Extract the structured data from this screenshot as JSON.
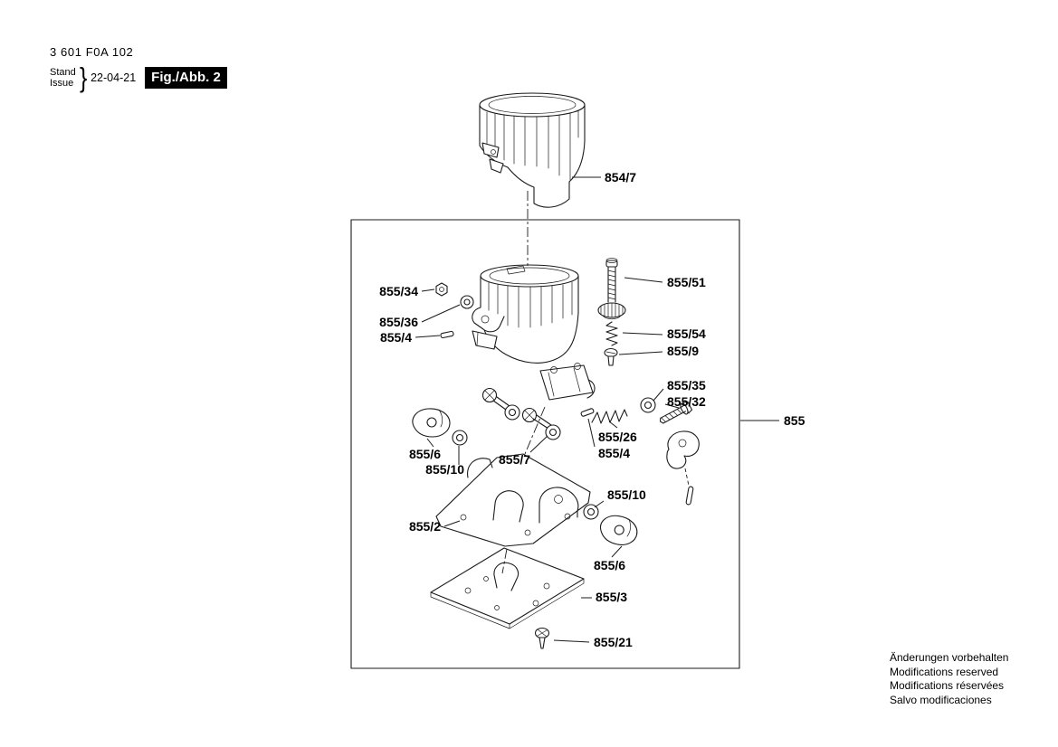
{
  "header": {
    "part_number": "3 601 F0A 102",
    "stand_label": "Stand",
    "issue_label": "Issue",
    "brace": "}",
    "date": "22-04-21",
    "figure_label": "Fig./Abb. 2"
  },
  "diagram": {
    "assembly_label": "855",
    "labels": [
      {
        "text": "854/7"
      },
      {
        "text": "855/34"
      },
      {
        "text": "855/36"
      },
      {
        "text": "855/4"
      },
      {
        "text": "855/51"
      },
      {
        "text": "855/54"
      },
      {
        "text": "855/9"
      },
      {
        "text": "855/35"
      },
      {
        "text": "855/32"
      },
      {
        "text": "855/26"
      },
      {
        "text": "855/4"
      },
      {
        "text": "855/6"
      },
      {
        "text": "855/10"
      },
      {
        "text": "855/7"
      },
      {
        "text": "855/10"
      },
      {
        "text": "855/2"
      },
      {
        "text": "855/6"
      },
      {
        "text": "855/3"
      },
      {
        "text": "855/21"
      }
    ]
  },
  "footer": {
    "lines": [
      "Änderungen vorbehalten",
      "Modifications reserved",
      "Modifications réservées",
      "Salvo modificaciones"
    ]
  }
}
